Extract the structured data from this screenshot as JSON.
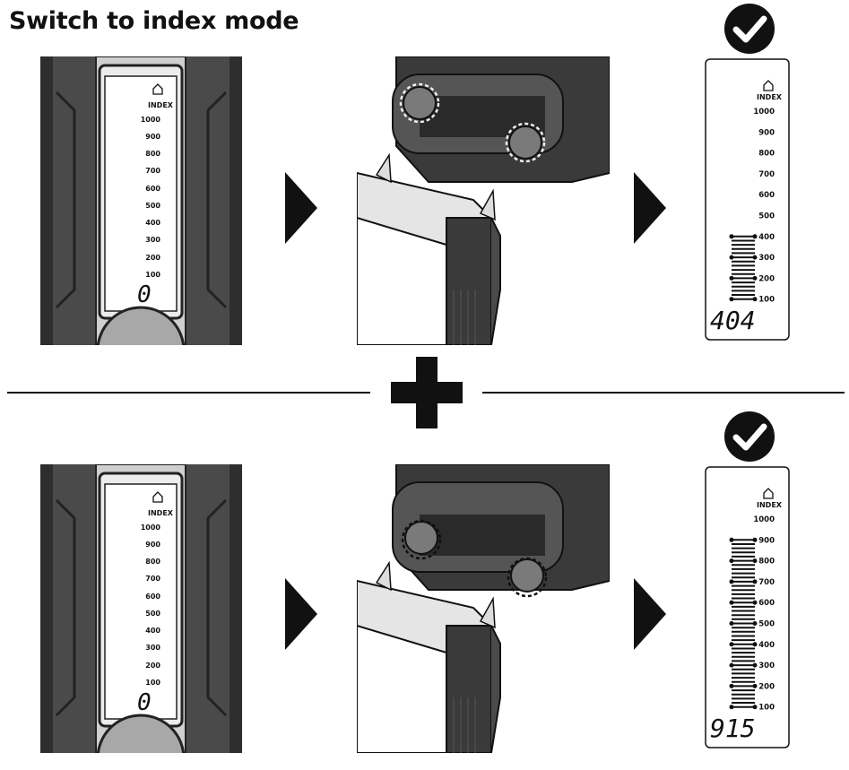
{
  "title": "Switch to index mode",
  "meter": {
    "mode_label": "INDEX",
    "scale": [
      "1000",
      "900",
      "800",
      "700",
      "600",
      "500",
      "400",
      "300",
      "200",
      "100"
    ],
    "digit": "0"
  },
  "rows": [
    {
      "result": {
        "mode_label": "INDEX",
        "scale": [
          "1000",
          "900",
          "800",
          "700",
          "600",
          "500",
          "400",
          "300",
          "200",
          "100"
        ],
        "reading": "404",
        "bar_level": 400
      }
    },
    {
      "result": {
        "mode_label": "INDEX",
        "scale": [
          "1000",
          "900",
          "800",
          "700",
          "600",
          "500",
          "400",
          "300",
          "200",
          "100"
        ],
        "reading": "915",
        "bar_level": 900
      }
    }
  ],
  "colors": {
    "device_body": "#4a4a4a",
    "device_dark": "#2e2e2e",
    "device_light": "#d8d8d8",
    "ink": "#111111"
  }
}
